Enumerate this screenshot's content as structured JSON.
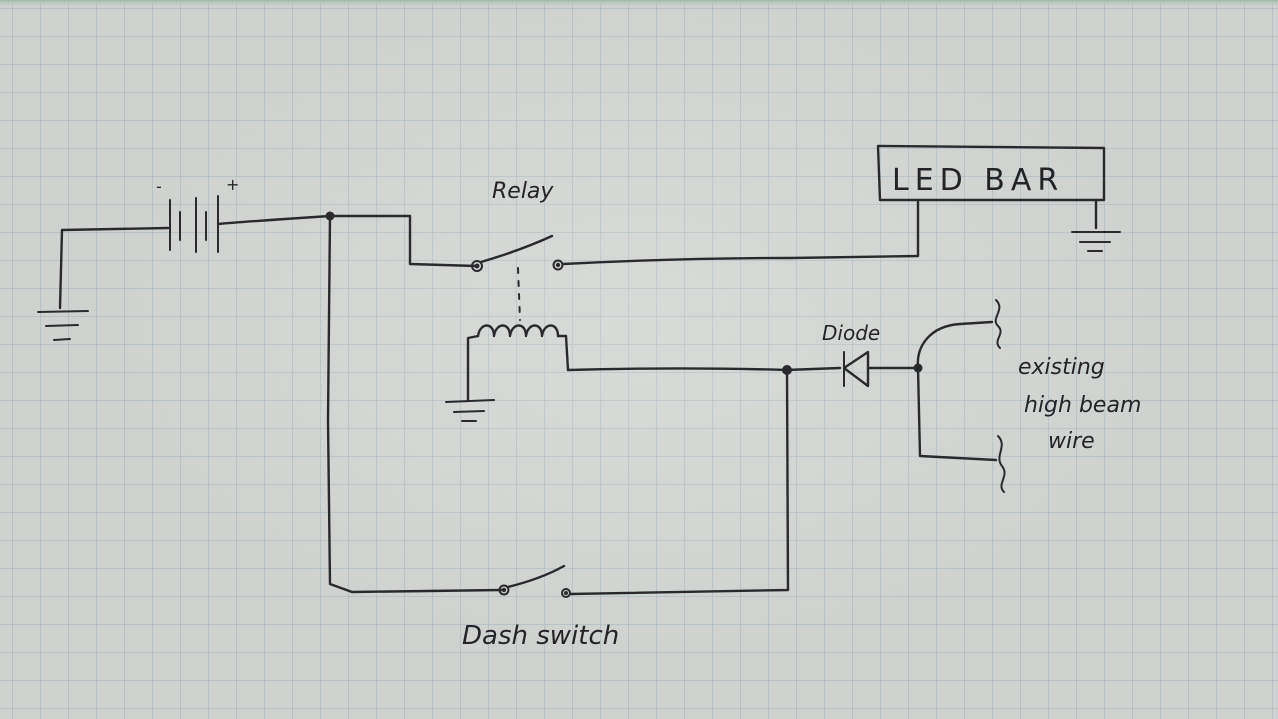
{
  "labels": {
    "relay": "Relay",
    "led_bar": "LED BAR",
    "diode": "Diode",
    "existing_line1": "existing",
    "existing_line2": "high beam",
    "existing_line3": "wire",
    "dash_switch": "Dash switch",
    "battery_minus": "-",
    "battery_plus": "+"
  }
}
